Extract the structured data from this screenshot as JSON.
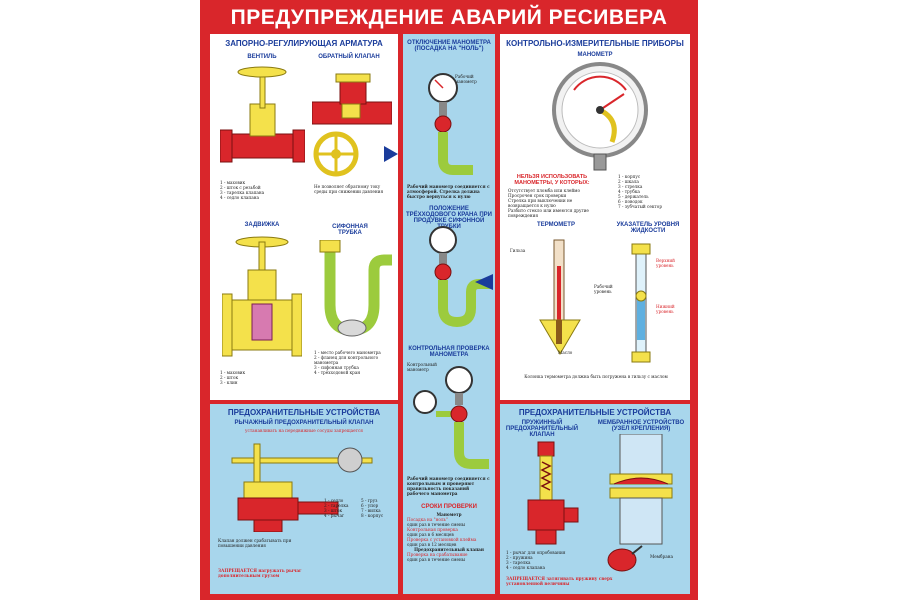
{
  "title": "ПРЕДУПРЕЖДЕНИЕ АВАРИЙ РЕСИВЕРА",
  "colors": {
    "frame": "#d9262b",
    "title": "#ffffff",
    "heading": "#1a3c9b",
    "panel_blue": "#a8d6ec",
    "pipe": "#9ccb3d",
    "valve": "#f4e14b",
    "valve_red": "#d9262b"
  },
  "panel1": {
    "heading": "ЗАПОРНО-РЕГУЛИРУЮЩАЯ АРМАТУРА",
    "ventil": "ВЕНТИЛЬ",
    "obratny": "ОБРАТНЫЙ КЛАПАН",
    "zadvizhka": "ЗАДВИЖКА",
    "sifon": "СИФОННАЯ ТРУБКА",
    "list_ventil": [
      "1 - маховик",
      "2 - шток с резьбой",
      "3 - тарелка клапана",
      "4 - седло клапана"
    ],
    "note_obratny": "Не позволяет обратному току среды при снижении давления",
    "list_zadv": [
      "1 - маховик",
      "2 - шток",
      "3 - клин"
    ],
    "list_sifon": [
      "1 - место рабочего манометра",
      "2 - фланец для контрольного манометра",
      "3 - сифонная трубка",
      "4 - трёхходовой кран"
    ]
  },
  "panel2": {
    "heading1": "ОТКЛЮЧЕНИЕ МАНОМЕТРА (ПОСАДКА НА \"НОЛЬ\")",
    "label_gauge": "Рабочий манометр",
    "text1": "Рабочий манометр соединяется с атмосферой. Стрелка должна быстро вернуться к нулю",
    "heading2": "ПОЛОЖЕНИЕ ТРЁХХОДОВОГО КРАНА ПРИ ПРОДУВКЕ СИФОННОЙ ТРУБКИ",
    "heading3": "КОНТРОЛЬНАЯ ПРОВЕРКА МАНОМЕТРА",
    "label_control": "Контрольный манометр",
    "text3": "Рабочий манометр соединяется с контрольным и проверяют правильность показаний рабочего манометра",
    "sroki": "СРОКИ ПРОВЕРКИ",
    "sroki_items": [
      "Манометр",
      "Посадка на \"ноль\"",
      "один раз в течение смены",
      "Контрольная проверка",
      "один раз в 6 месяцев",
      "Проверка с установкой клейма",
      "один раз в 12 месяцев",
      "Предохранительный клапан",
      "Проверка на срабатывание",
      "один раз в течение смены"
    ]
  },
  "panel3": {
    "heading": "КОНТРОЛЬНО-ИЗМЕРИТЕЛЬНЫЕ ПРИБОРЫ",
    "manometr": "МАНОМЕТР",
    "nelzya": "НЕЛЬЗЯ ИСПОЛЬЗОВАТЬ МАНОМЕТРЫ, У КОТОРЫХ:",
    "nelzya_items": [
      "Отсутствует пломба или клеймо",
      "Просрочен срок проверки",
      "Стрелка при выключении не возвращается к нулю",
      "Разбито стекло или имеются другие повреждения"
    ],
    "gauge_list": [
      "1 - корпус",
      "2 - шкала",
      "3 - стрелка",
      "4 - трубка",
      "5 - держатель",
      "6 - поводок",
      "7 - зубчатый сектор"
    ],
    "termometr": "ТЕРМОМЕТР",
    "ukazatel": "УКАЗАТЕЛЬ УРОВНЯ ЖИДКОСТИ",
    "term_labels": [
      "Гильза",
      "Масло"
    ],
    "level_labels": [
      "Верхний уровень",
      "Нижний уровень",
      "Рабочий уровень"
    ],
    "bottom_note": "Колонка термометра должна быть погружена в гильзу с маслом"
  },
  "panel4": {
    "heading": "ПРЕДОХРАНИТЕЛЬНЫЕ УСТРОЙСТВА",
    "sub": "РЫЧАЖНЫЙ ПРЕДОХРАНИТЕЛЬНЫЙ КЛАПАН",
    "sub2": "устанавливать на передвижные сосуды запрещается",
    "list": [
      "1 - седло",
      "2 - тарелка",
      "3 - шток",
      "4 - рычаг",
      "5 - груз",
      "6 - упор",
      "7 - вилка",
      "8 - корпус"
    ],
    "note": "Клапан должен срабатывать при повышении давления",
    "warn": "ЗАПРЕЩАЕТСЯ нагружать рычаг дополнительным грузом"
  },
  "panel5": {
    "heading": "ПРЕДОХРАНИТЕЛЬНЫЕ УСТРОЙСТВА",
    "sub1": "ПРУЖИННЫЙ ПРЕДОХРАНИТЕЛЬНЫЙ КЛАПАН",
    "sub2": "МЕМБРАННОЕ УСТРОЙСТВО (УЗЕЛ КРЕПЛЕНИЯ)",
    "list": [
      "1 - рычаг для опробования",
      "2 - пружина",
      "3 - тарелка",
      "4 - седло клапана"
    ],
    "label_membrane": "Мембрана",
    "warn": "ЗАПРЕЩАЕТСЯ затягивать пружину сверх установленной величины"
  }
}
